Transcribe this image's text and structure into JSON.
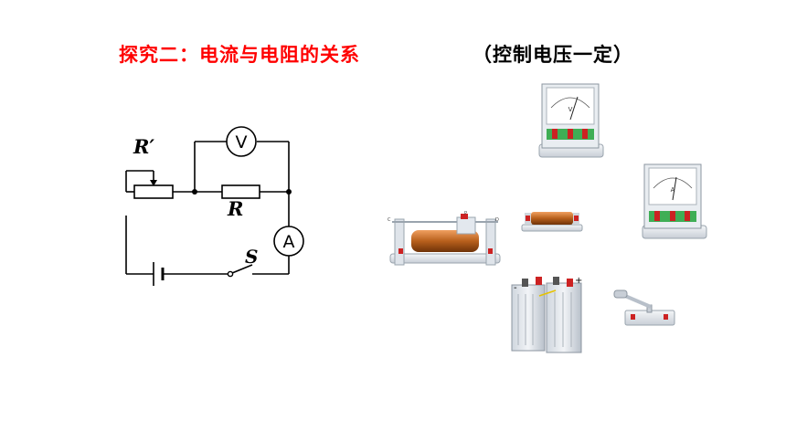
{
  "title": "探究二：电流与电阻的关系",
  "subtitle": "（控制电压一定）",
  "circuit": {
    "rheostat_label": "R′",
    "resistor_label": "R",
    "switch_label": "S",
    "voltmeter_symbol": "V",
    "ammeter_symbol": "A"
  },
  "equipment": {
    "voltmeter_face": "V",
    "ammeter_face": "A",
    "rheostat_terminals": [
      "C",
      "P",
      "D"
    ],
    "battery_signs": [
      "-",
      "+"
    ]
  }
}
